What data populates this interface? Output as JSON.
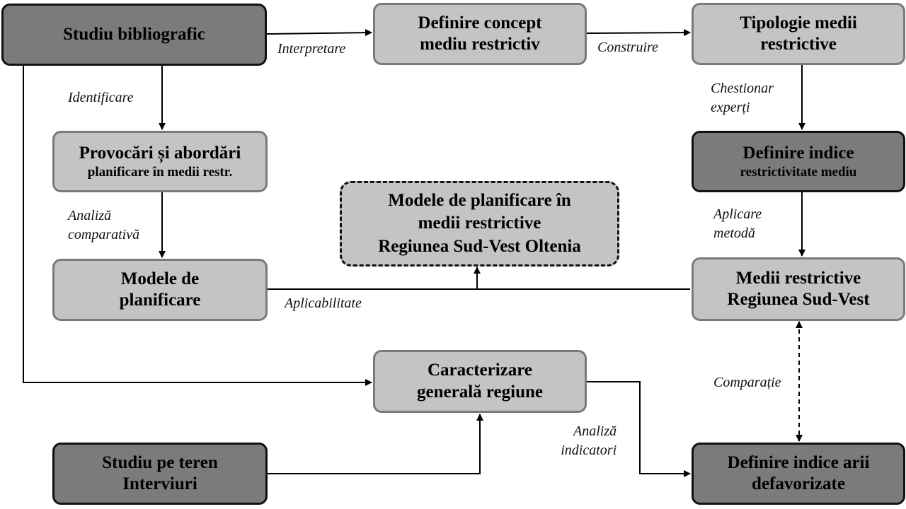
{
  "boxes": {
    "studiu_bibliografic": [
      "Studiu bibliografic"
    ],
    "definire_concept": [
      "Definire concept",
      "mediu restrictiv"
    ],
    "tipologie": [
      "Tipologie medii",
      "restrictive"
    ],
    "provocari": [
      "Provocări și abordări",
      "planificare în medii restr."
    ],
    "definire_indice_restr": [
      "Definire indice",
      "restrictivitate mediu"
    ],
    "modele_sud_vest": [
      "Modele de planificare în",
      "medii restrictive",
      "Regiunea Sud-Vest Oltenia"
    ],
    "modele_planificare": [
      "Modele de",
      "planificare"
    ],
    "medii_restrictive": [
      "Medii restrictive",
      "Regiunea Sud-Vest"
    ],
    "caracterizare": [
      "Caracterizare",
      "generală regiune"
    ],
    "studiu_teren": [
      "Studiu pe teren",
      "Interviuri"
    ],
    "definire_indice_arii": [
      "Definire indice arii",
      "defavorizate"
    ]
  },
  "labels": {
    "interpretare": [
      "Interpretare"
    ],
    "construire": [
      "Construire"
    ],
    "identificare": [
      "Identificare"
    ],
    "chestionar": [
      "Chestionar",
      "experți"
    ],
    "analiza_comparativa": [
      "Analiză",
      "comparativă"
    ],
    "aplicare_metoda": [
      "Aplicare",
      "metodă"
    ],
    "aplicabilitate": [
      "Aplicabilitate"
    ],
    "comparatie": [
      "Comparație"
    ],
    "analiza_indicatori": [
      "Analiză",
      "indicatori"
    ]
  },
  "colors": {
    "light_box": "#c4c4c4",
    "dark_box": "#7b7b7b",
    "border": "#111111",
    "line": "#000000"
  }
}
